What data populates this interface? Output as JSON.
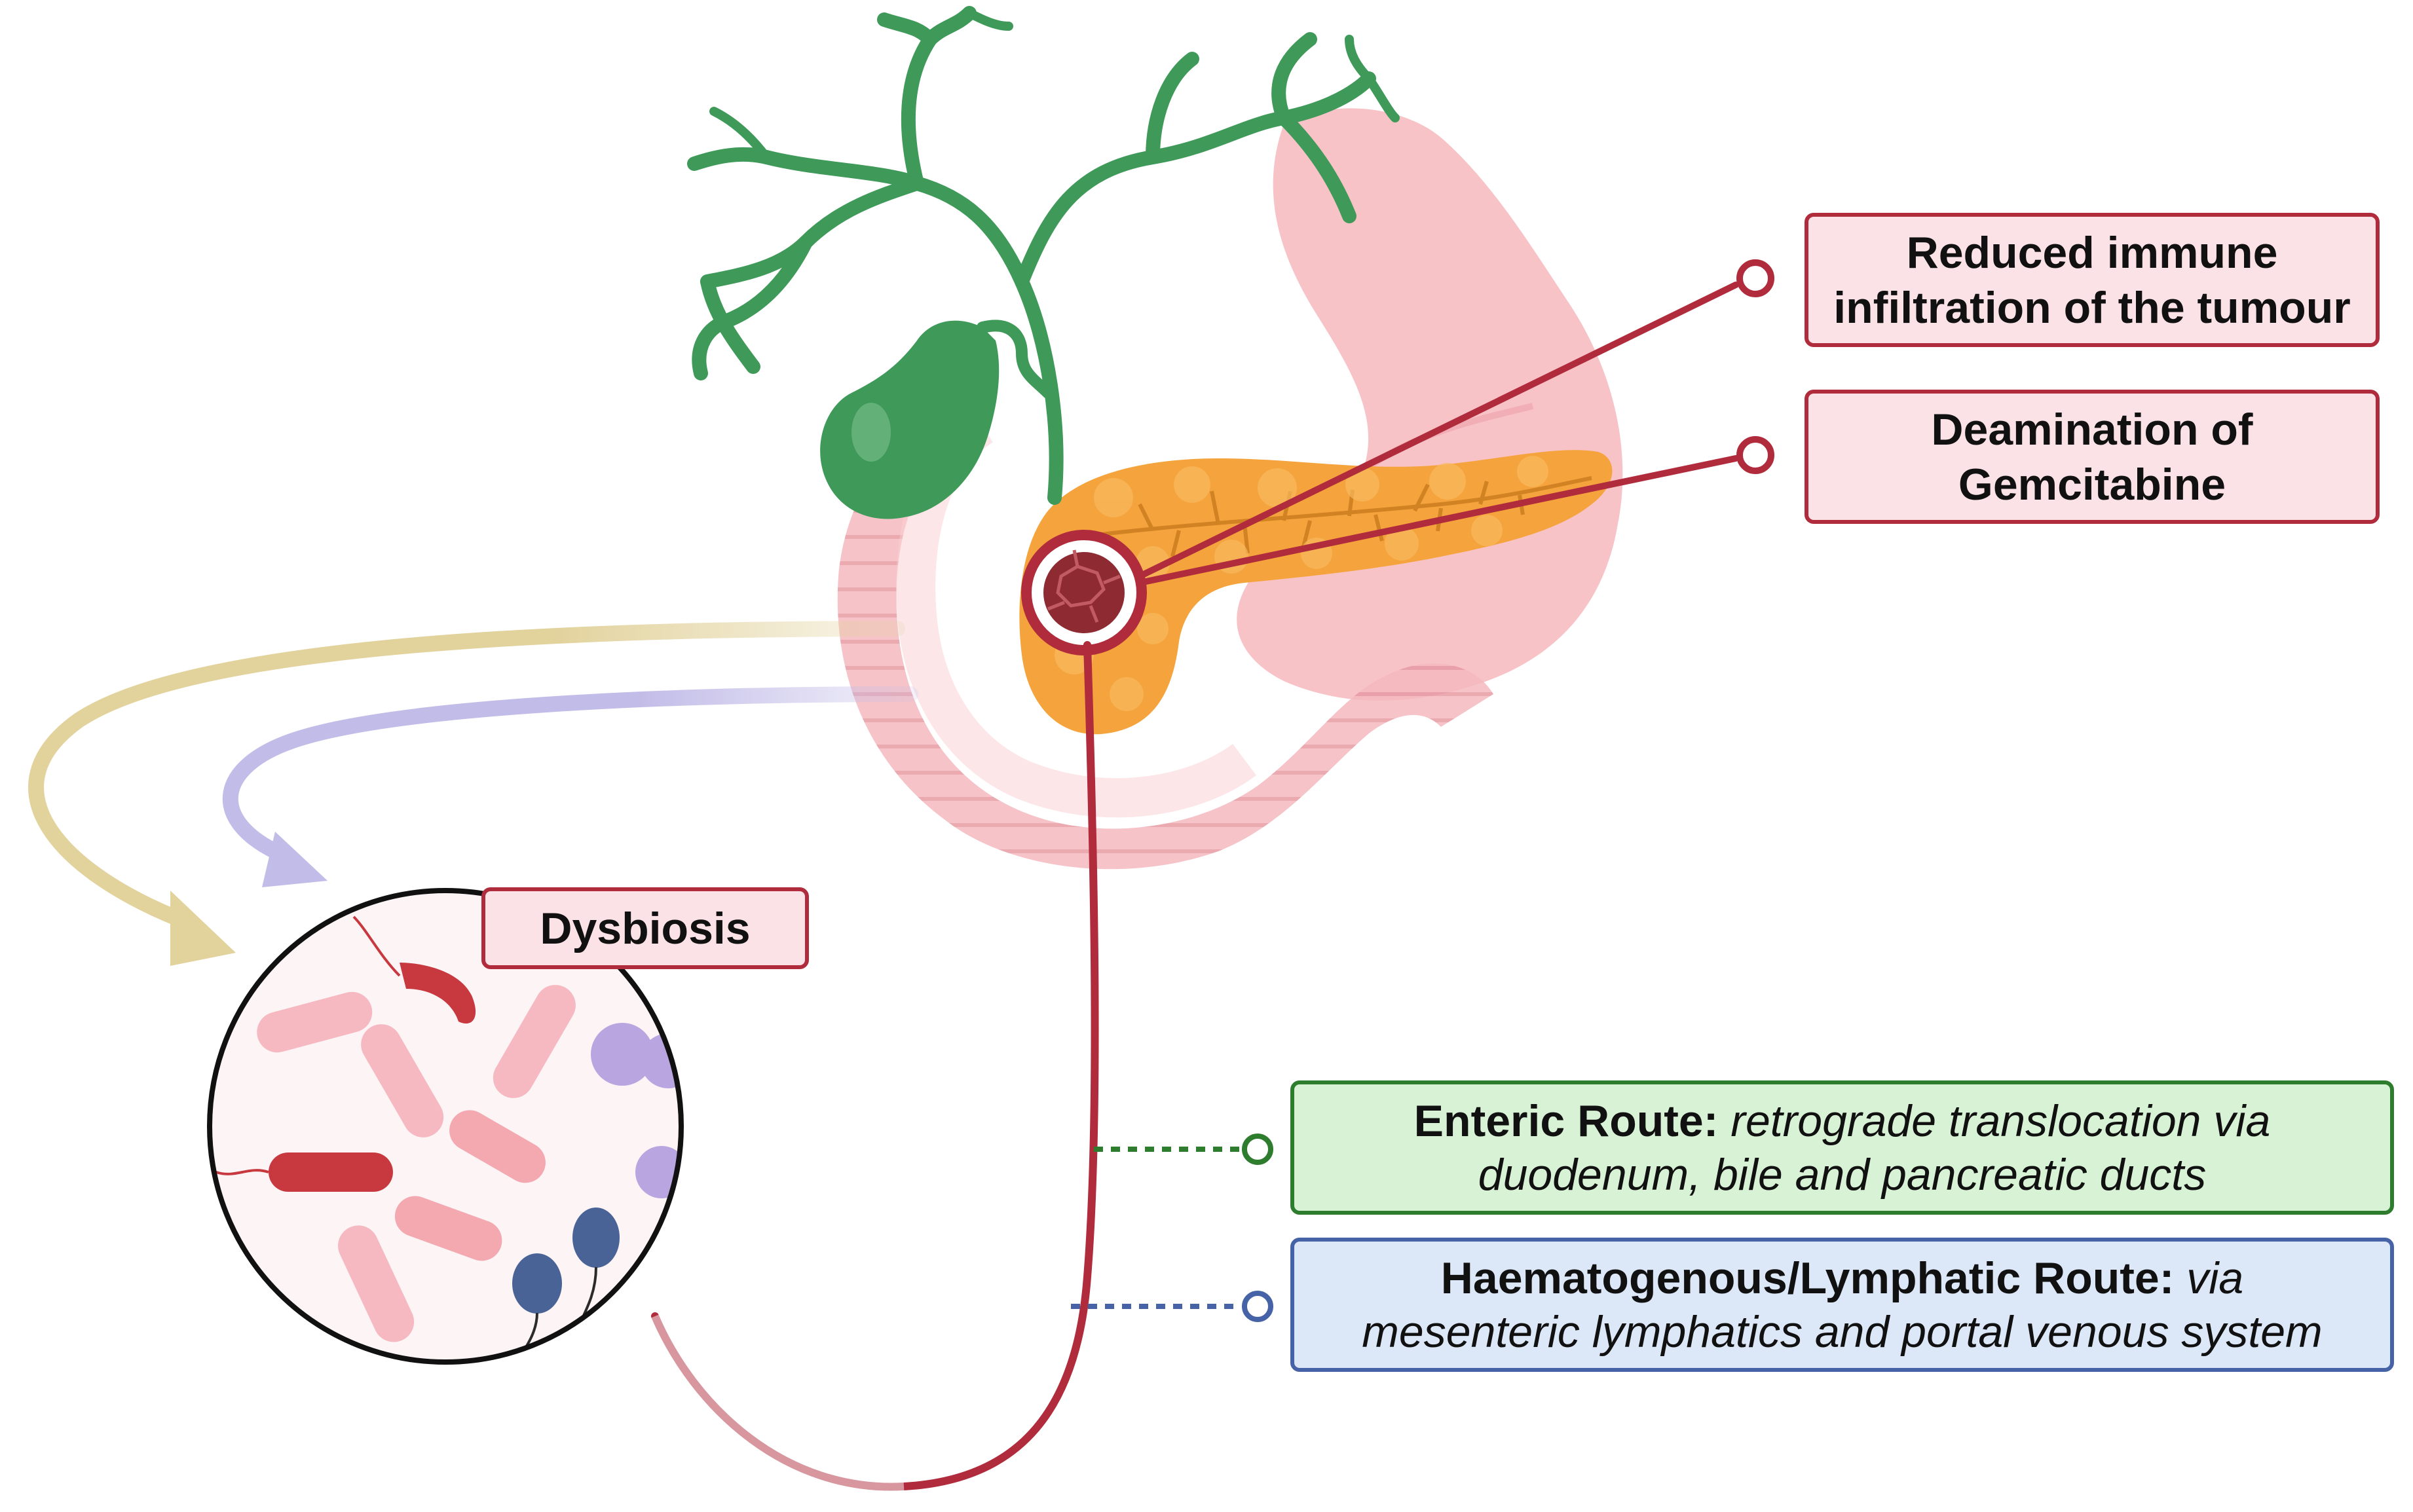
{
  "labels": {
    "immune": {
      "line1": "Reduced immune",
      "line2": "infiltration of the tumour"
    },
    "gemcitabine": {
      "line1": "Deamination of",
      "line2": "Gemcitabine"
    },
    "dysbiosis": "Dysbiosis",
    "enteric": {
      "title": "Enteric Route:",
      "desc1": "retrograde translocation via",
      "desc2": "duodenum, bile and pancreatic ducts"
    },
    "haematogenous": {
      "title": "Haematogenous/Lymphatic Route:",
      "desc1": "via",
      "desc2": "mesenteric lymphatics and portal venous system"
    }
  },
  "colors": {
    "red": "#b02c3c",
    "green_line": "#2e7d2e",
    "blue_line": "#4563a6",
    "tan_arrow": "#e2d29c",
    "lavender_arrow": "#c2bce8",
    "bile_duct": "#3f9a5a",
    "gallbladder": "#3f9a5a",
    "stomach": "#f7b9bd",
    "duodenum": "#f3b3b8",
    "pancreas": "#f5a33c",
    "tumour": "#8e2a32"
  },
  "icons": [
    "bile-duct-icon",
    "gallbladder-icon",
    "stomach-icon",
    "duodenum-icon",
    "pancreas-icon",
    "tumour-icon",
    "bacteria-icon"
  ]
}
